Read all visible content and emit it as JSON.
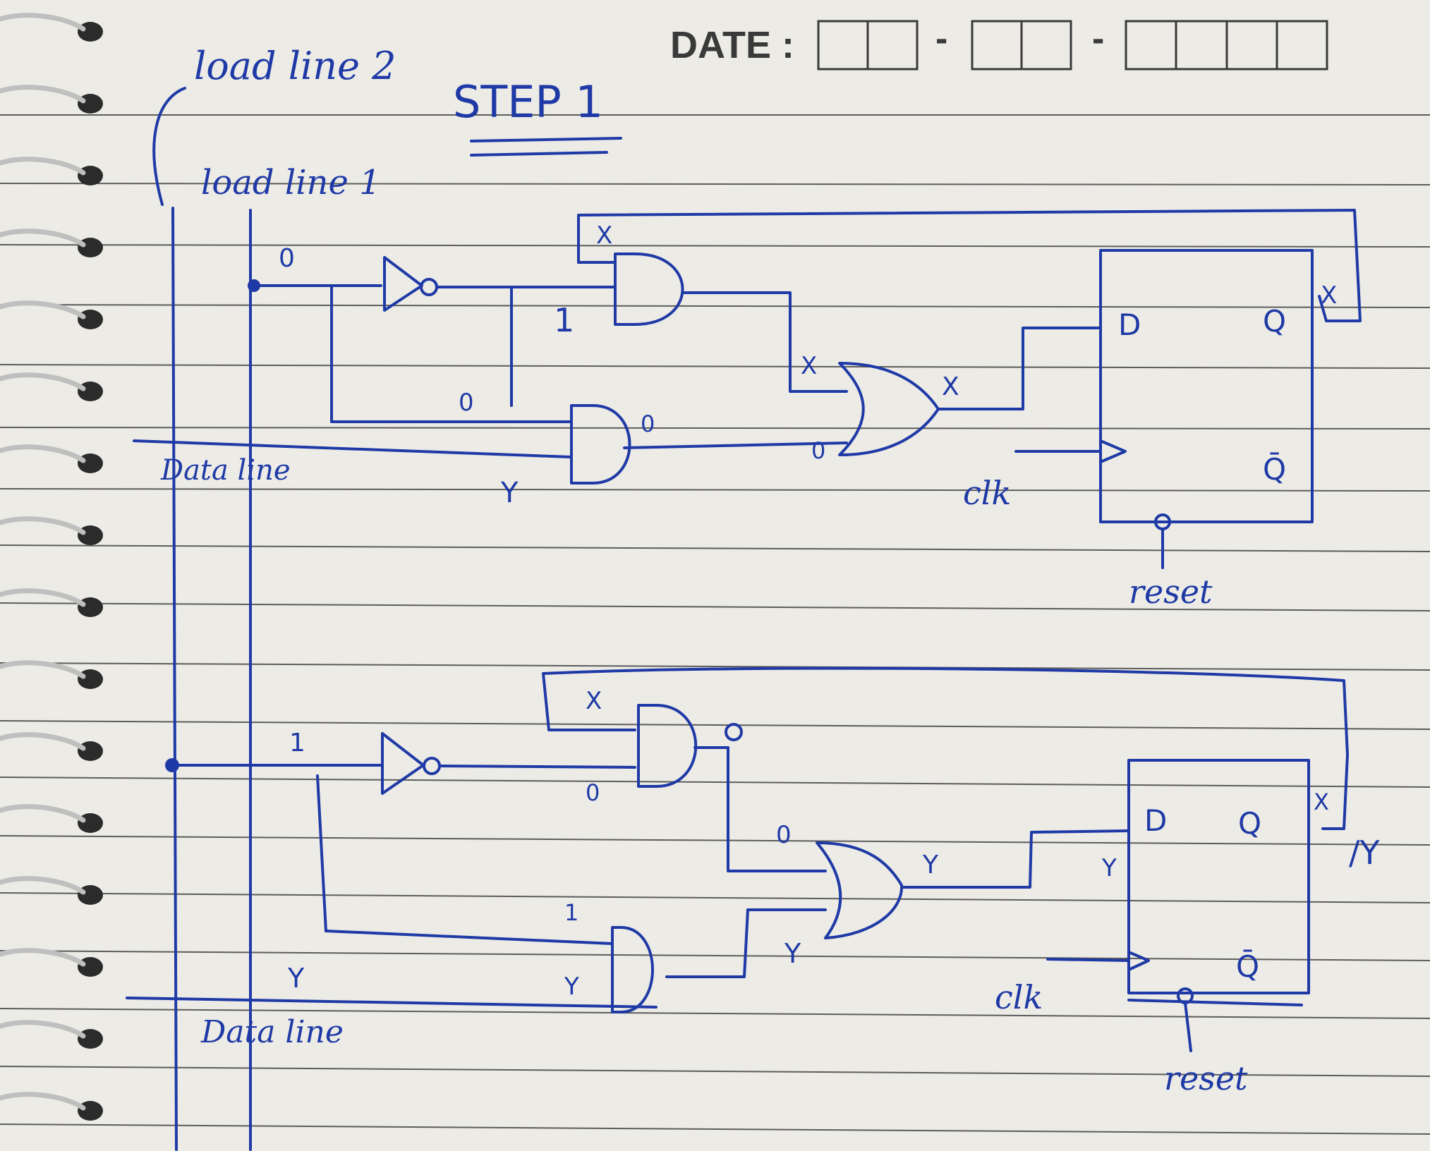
{
  "header": {
    "date_label": "DATE :",
    "date_sep_1": "-",
    "date_sep_2": "-"
  },
  "labels": {
    "load_line_2": "load line 2",
    "load_line_1": "load line 1",
    "title": "STEP 1",
    "data_line_top": "Data line",
    "data_line_bottom": "Data line",
    "clk_top": "clk",
    "clk_bottom": "clk",
    "reset_top": "reset",
    "reset_bottom": "reset"
  },
  "flipflop_top": {
    "d": "D",
    "q": "Q",
    "qbar": "Q̄"
  },
  "flipflop_bottom": {
    "d": "D",
    "q": "Q",
    "qbar": "Q̄"
  },
  "signals_top": {
    "load_val": "0",
    "and1_x": "X",
    "and1_one": "1",
    "and2_in": "0",
    "and2_out": "0",
    "y_in": "Y",
    "or_in_x": "X",
    "or_in_0": "0",
    "or_out": "X",
    "q_out": "X"
  },
  "signals_bottom": {
    "load_val": "1",
    "and1_x": "X",
    "and1_in0": "0",
    "and1_out": "0",
    "or_in_0": "0",
    "and2_in1": "1",
    "and2_y": "Y",
    "y_data": "Y",
    "or_in_y": "Y",
    "or_out": "Y",
    "d_in": "Y",
    "q_out": "X",
    "q_out_alt": "/Y"
  },
  "colors": {
    "ink": "#1f3aa6",
    "paper": "#ecebe6",
    "rule": "#5c5c5c"
  }
}
